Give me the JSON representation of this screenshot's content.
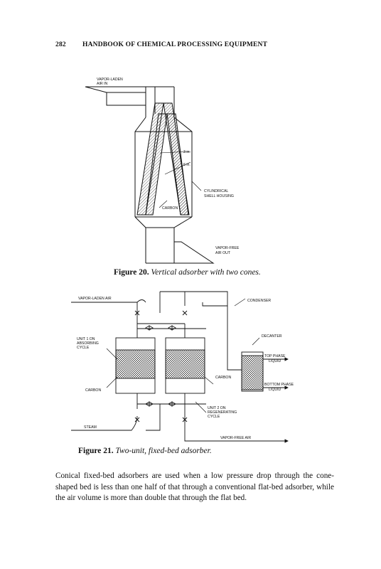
{
  "header": {
    "page_number": "282",
    "running_title": "HANDBOOK OF CHEMICAL PROCESSING EQUIPMENT"
  },
  "figure20": {
    "labels": {
      "inlet": [
        "VAPOR-LADEN",
        "AIR IN"
      ],
      "dim_upper": "3 in.",
      "dim_lower": "6 in.",
      "housing": [
        "CYLINDRICAL",
        "SHELL HOUSING"
      ],
      "carbon": "CARBON",
      "outlet": [
        "VAPOR-FREE",
        "AIR OUT"
      ]
    },
    "caption_number": "Figure 20.",
    "caption_text": "Vertical adsorber with two cones."
  },
  "figure21": {
    "labels": {
      "inlet": "VAPOR-LADEN AIR",
      "condenser": "CONDENSER",
      "unit1": [
        "UNIT 1 ON",
        "ABSORBING",
        "CYCLE"
      ],
      "decanter": "DECANTER",
      "top_phase": [
        "TOP PHASE",
        "LIQUID"
      ],
      "carbon_right": "CARBON",
      "bottom_phase": [
        "BOTTOM PHASE",
        "LIQUID"
      ],
      "carbon_left": "CARBON",
      "unit2": [
        "UNIT 2 ON",
        "REGENERATING",
        "CYCLE"
      ],
      "steam": "STEAM",
      "outlet": "VAPOR-FREE AIR"
    },
    "caption_number": "Figure 21.",
    "caption_text": "Two-unit, fixed-bed adsorber."
  },
  "body": {
    "paragraph": "Conical fixed-bed adsorbers are used when a low pressure drop through the cone-shaped bed is less than one half of that through a conventional flat-bed adsorber, while the air volume is more than double that through the flat bed."
  }
}
